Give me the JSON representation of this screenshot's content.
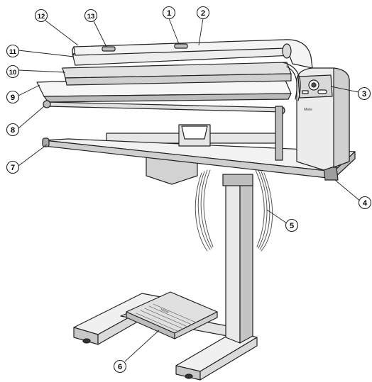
{
  "diagram": {
    "subject": "Rotary ironer with stand",
    "brand_mark": "Miele",
    "callouts": [
      {
        "number": "1"
      },
      {
        "number": "2"
      },
      {
        "number": "3"
      },
      {
        "number": "4"
      },
      {
        "number": "5"
      },
      {
        "number": "6"
      },
      {
        "number": "7"
      },
      {
        "number": "8"
      },
      {
        "number": "9"
      },
      {
        "number": "10"
      },
      {
        "number": "11"
      },
      {
        "number": "12"
      },
      {
        "number": "13"
      }
    ]
  },
  "colors": {
    "outline": "#222222",
    "body_light": "#f2f2f2",
    "body_mid": "#d9d9d9",
    "body_dark": "#a9a9a9",
    "cable": "#6f6f6f"
  }
}
